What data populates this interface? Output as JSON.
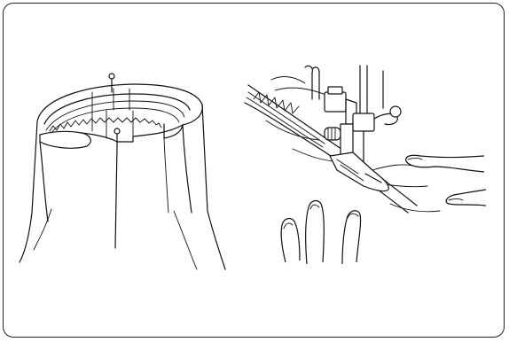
{
  "illustrations": [
    {
      "id": "skirt-waistband",
      "icon": "garment-waistband-pinned-illustration"
    },
    {
      "id": "sewing-machine-presser-foot",
      "icon": "sewing-presser-foot-hands-illustration"
    }
  ],
  "colors": {
    "line": "#111111",
    "background": "#ffffff",
    "frame": "#222222"
  }
}
